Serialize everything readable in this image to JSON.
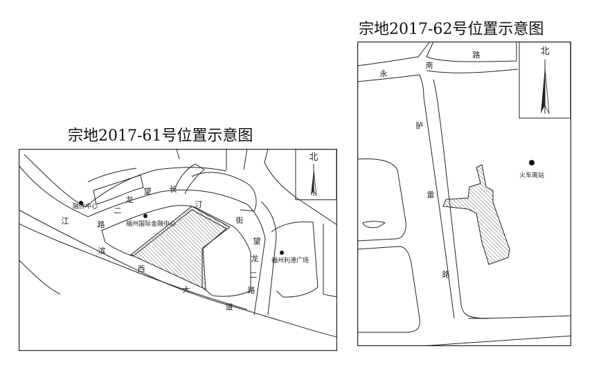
{
  "map61": {
    "title": "宗地2017-61号位置示意图",
    "north": "北",
    "places": {
      "rongqiao": "融侨中心",
      "ifc": "福州国际金融中心",
      "wanda": "福州利港广场"
    },
    "roads": {
      "jiang": "江",
      "er1": "二",
      "lu1": "路",
      "bin": "滨",
      "xi": "西",
      "da": "大",
      "dao": "道",
      "wang1": "望",
      "long1": "龙",
      "chang": "长",
      "ting": "汀",
      "jie": "街",
      "wang2": "望",
      "long2": "龙",
      "er2": "二",
      "lu2": "路"
    }
  },
  "map62": {
    "title": "宗地2017-62号位置示意图",
    "north": "北",
    "station": "火车南站",
    "roads": {
      "yong": "永",
      "nan": "南",
      "lu_top": "路",
      "fu": "胪",
      "lei": "雷",
      "lu_bottom": "路"
    }
  }
}
